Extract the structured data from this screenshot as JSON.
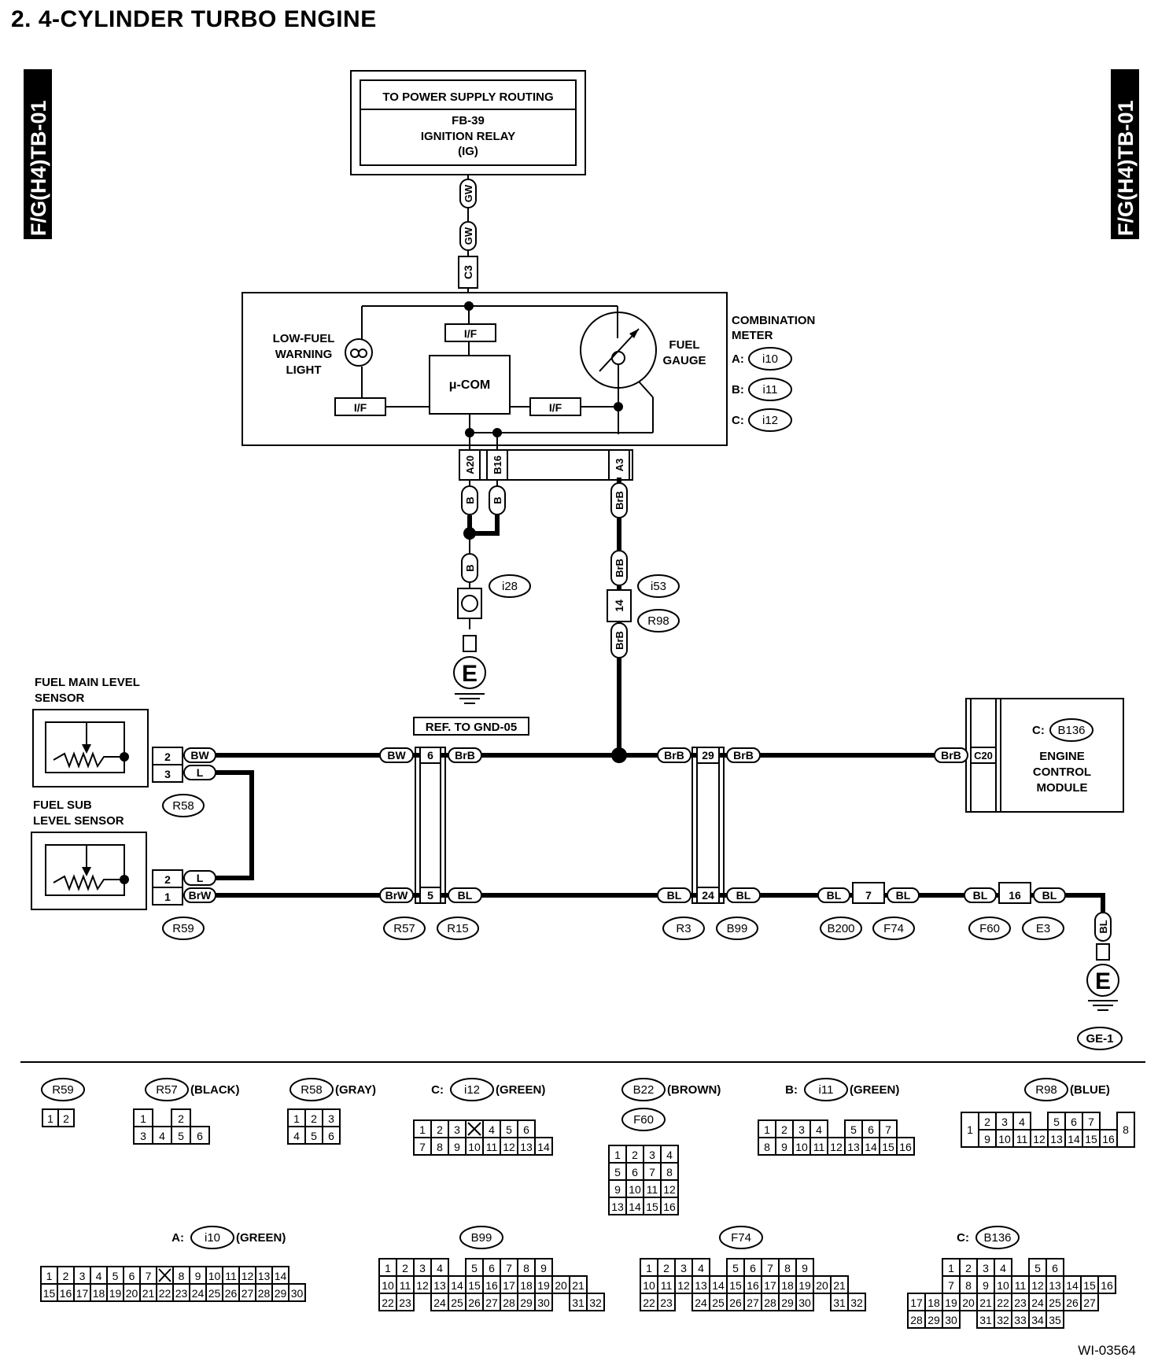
{
  "title": "2.  4-CYLINDER TURBO ENGINE",
  "side_tag": "F/G(H4)TB-01",
  "figure_id": "WI-03564",
  "power_supply": {
    "header": "TO POWER SUPPLY ROUTING",
    "line1": "FB-39",
    "line2": "IGNITION RELAY",
    "line3": "(IG)"
  },
  "meter": {
    "title_line1": "COMBINATION",
    "title_line2": "METER",
    "conn_a_prefix": "A:",
    "conn_a": "i10",
    "conn_b_prefix": "B:",
    "conn_b": "i11",
    "conn_c_prefix": "C:",
    "conn_c": "i12",
    "lamp_line1": "LOW-FUEL",
    "lamp_line2": "WARNING",
    "lamp_line3": "LIGHT",
    "gauge_line1": "FUEL",
    "gauge_line2": "GAUGE",
    "mcom": "μ-COM",
    "if_label": "I/F"
  },
  "ecm": {
    "conn_prefix": "C:",
    "conn": "B136",
    "line1": "ENGINE",
    "line2": "CONTROL",
    "line3": "MODULE",
    "pin": "C20"
  },
  "sensors": {
    "main_line1": "FUEL MAIN LEVEL",
    "main_line2": "SENSOR",
    "sub_line1": "FUEL SUB",
    "sub_line2": "LEVEL SENSOR"
  },
  "ground_ref": "REF. TO GND-05",
  "ground_symbol": "E",
  "ground_tag": "GE-1",
  "wire_colors": {
    "gw": "GW",
    "b": "B",
    "brb": "BrB",
    "bw": "BW",
    "l": "L",
    "brw": "BrW",
    "bl": "BL"
  },
  "pins": {
    "c3": "C3",
    "a20": "A20",
    "b16": "B16",
    "a3": "A3",
    "p14": "14",
    "p2": "2",
    "p3": "3",
    "p1": "1",
    "p6": "6",
    "p5": "5",
    "p29": "29",
    "p24": "24",
    "p7": "7",
    "p16": "16"
  },
  "connector_tags": {
    "i28": "i28",
    "i53": "i53",
    "r98": "R98",
    "r58": "R58",
    "r59": "R59",
    "r57": "R57",
    "r15": "R15",
    "r3": "R3",
    "b99": "B99",
    "b200": "B200",
    "f74": "F74",
    "f60": "F60",
    "e3": "E3"
  },
  "legend": [
    {
      "prefix": "",
      "tag": "R59",
      "color": ""
    },
    {
      "prefix": "",
      "tag": "R57",
      "color": "(BLACK)"
    },
    {
      "prefix": "",
      "tag": "R58",
      "color": "(GRAY)"
    },
    {
      "prefix": "C:",
      "tag": "i12",
      "color": "(GREEN)"
    },
    {
      "prefix": "",
      "tag": "B22",
      "color": "(BROWN)",
      "tag2": "F60"
    },
    {
      "prefix": "B:",
      "tag": "i11",
      "color": "(GREEN)"
    },
    {
      "prefix": "",
      "tag": "R98",
      "color": "(BLUE)"
    },
    {
      "prefix": "A:",
      "tag": "i10",
      "color": "(GREEN)"
    },
    {
      "prefix": "",
      "tag": "B99",
      "color": ""
    },
    {
      "prefix": "",
      "tag": "F74",
      "color": ""
    },
    {
      "prefix": "C:",
      "tag": "B136",
      "color": ""
    }
  ],
  "legend_pins": {
    "r59": [
      [
        "1",
        "2"
      ]
    ],
    "r57": [
      [
        "1",
        "",
        "2"
      ],
      [
        "3",
        "4",
        "5",
        "6"
      ]
    ],
    "r58": [
      [
        "1",
        "2",
        "3"
      ],
      [
        "4",
        "5",
        "6"
      ]
    ],
    "i12": [
      [
        "1",
        "2",
        "3",
        "X",
        "4",
        "5",
        "6"
      ],
      [
        "7",
        "8",
        "9",
        "10",
        "11",
        "12",
        "13",
        "14"
      ]
    ],
    "f60": [
      [
        "1",
        "2",
        "3",
        "4"
      ],
      [
        "5",
        "6",
        "7",
        "8"
      ],
      [
        "9",
        "10",
        "11",
        "12"
      ],
      [
        "13",
        "14",
        "15",
        "16"
      ]
    ],
    "i11": [
      [
        "1",
        "2",
        "3",
        "4",
        "",
        "5",
        "6",
        "7"
      ],
      [
        "8",
        "9",
        "10",
        "11",
        "12",
        "13",
        "14",
        "15",
        "16"
      ]
    ],
    "r98_top": [
      "2",
      "3",
      "4",
      "",
      "5",
      "6",
      "7"
    ],
    "r98_bottom": [
      "9",
      "10",
      "11",
      "12",
      "13",
      "14",
      "15",
      "16"
    ],
    "r98_left": "1",
    "r98_right": "8",
    "i10_top": [
      "1",
      "2",
      "3",
      "4",
      "5",
      "6",
      "7",
      "X",
      "8",
      "9",
      "10",
      "11",
      "12",
      "13",
      "14"
    ],
    "i10_bottom": [
      "15",
      "16",
      "17",
      "18",
      "19",
      "20",
      "21",
      "22",
      "23",
      "24",
      "25",
      "26",
      "27",
      "28",
      "29",
      "30"
    ],
    "b99_top": [
      "1",
      "2",
      "3",
      "4",
      "",
      "5",
      "6",
      "7",
      "8",
      "9"
    ],
    "b99_mid": [
      "10",
      "11",
      "12",
      "13",
      "14",
      "15",
      "16",
      "17",
      "18",
      "19",
      "20",
      "21"
    ],
    "b99_bot": [
      "22",
      "23",
      "",
      "24",
      "25",
      "26",
      "27",
      "28",
      "29",
      "30",
      "",
      "31",
      "32"
    ],
    "b136_top": [
      "1",
      "2",
      "3",
      "4",
      "",
      "5",
      "6"
    ],
    "b136_mid": [
      "7",
      "8",
      "9",
      "10",
      "11",
      "12",
      "13",
      "14",
      "15",
      "16"
    ],
    "b136_bot1": [
      "17",
      "18",
      "19",
      "20",
      "21",
      "22",
      "23",
      "24",
      "25",
      "26",
      "27"
    ],
    "b136_bot2": [
      "28",
      "29",
      "30",
      "",
      "31",
      "32",
      "33",
      "34",
      "35"
    ]
  }
}
